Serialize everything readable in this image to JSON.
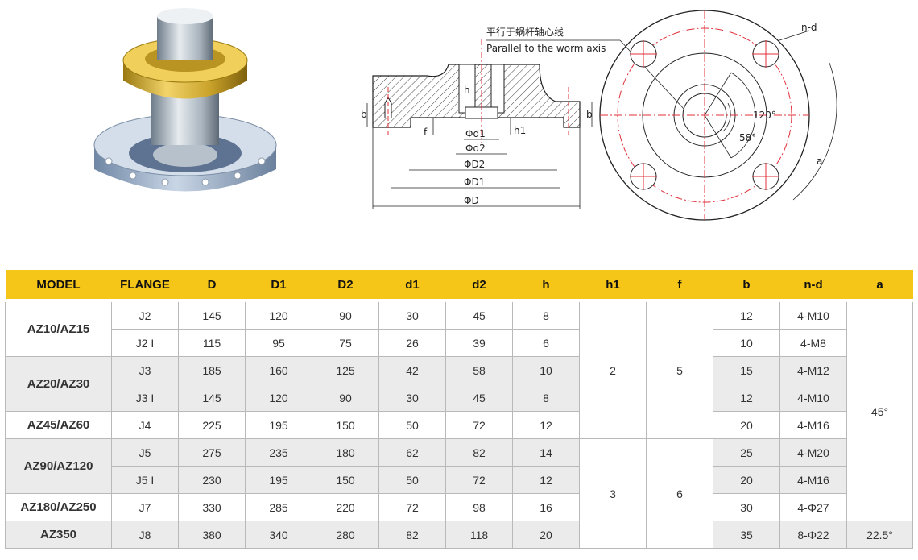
{
  "drawing": {
    "note_zh": "平行于蜗杆轴心线",
    "note_en": "Parallel to the worm axis",
    "labels": {
      "b_left": "b",
      "b_right": "b",
      "f": "f",
      "h": "h",
      "h1": "h1",
      "d1": "Φd1",
      "d2": "Φd2",
      "D2": "ΦD2",
      "D1": "ΦD1",
      "D": "ΦD",
      "nd": "n-d",
      "angle120": "120°",
      "angle58": "58°",
      "a": "a"
    }
  },
  "table": {
    "headers": [
      "MODEL",
      "FLANGE",
      "D",
      "D1",
      "D2",
      "d1",
      "d2",
      "h",
      "h1",
      "f",
      "b",
      "n-d",
      "a"
    ],
    "groups": [
      {
        "model": "AZ10/AZ15",
        "rows": [
          {
            "flange": "J2",
            "D": "145",
            "D1": "120",
            "D2": "90",
            "d1": "30",
            "d2": "45",
            "h": "8",
            "b": "12",
            "nd": "4-M10"
          },
          {
            "flange": "J2 I",
            "D": "115",
            "D1": "95",
            "D2": "75",
            "d1": "26",
            "d2": "39",
            "h": "6",
            "b": "10",
            "nd": "4-M8"
          }
        ]
      },
      {
        "model": "AZ20/AZ30",
        "rows": [
          {
            "flange": "J3",
            "D": "185",
            "D1": "160",
            "D2": "125",
            "d1": "42",
            "d2": "58",
            "h": "10",
            "b": "15",
            "nd": "4-M12"
          },
          {
            "flange": "J3 I",
            "D": "145",
            "D1": "120",
            "D2": "90",
            "d1": "30",
            "d2": "45",
            "h": "8",
            "b": "12",
            "nd": "4-M10"
          }
        ]
      },
      {
        "model": "AZ45/AZ60",
        "rows": [
          {
            "flange": "J4",
            "D": "225",
            "D1": "195",
            "D2": "150",
            "d1": "50",
            "d2": "72",
            "h": "12",
            "b": "20",
            "nd": "4-M16"
          }
        ]
      },
      {
        "model": "AZ90/AZ120",
        "rows": [
          {
            "flange": "J5",
            "D": "275",
            "D1": "235",
            "D2": "180",
            "d1": "62",
            "d2": "82",
            "h": "14",
            "b": "25",
            "nd": "4-M20"
          },
          {
            "flange": "J5 I",
            "D": "230",
            "D1": "195",
            "D2": "150",
            "d1": "50",
            "d2": "72",
            "h": "12",
            "b": "20",
            "nd": "4-M16"
          }
        ]
      },
      {
        "model": "AZ180/AZ250",
        "rows": [
          {
            "flange": "J7",
            "D": "330",
            "D1": "285",
            "D2": "220",
            "d1": "72",
            "d2": "98",
            "h": "16",
            "b": "30",
            "nd": "4-Φ27"
          }
        ]
      },
      {
        "model": "AZ350",
        "rows": [
          {
            "flange": "J8",
            "D": "380",
            "D1": "340",
            "D2": "280",
            "d1": "82",
            "d2": "118",
            "h": "20",
            "b": "35",
            "nd": "8-Φ22"
          }
        ]
      }
    ],
    "merged": {
      "h1_a": "2",
      "f_a": "5",
      "h1_b": "3",
      "f_b": "6",
      "a_a": "45°",
      "a_b": "22.5°"
    }
  }
}
